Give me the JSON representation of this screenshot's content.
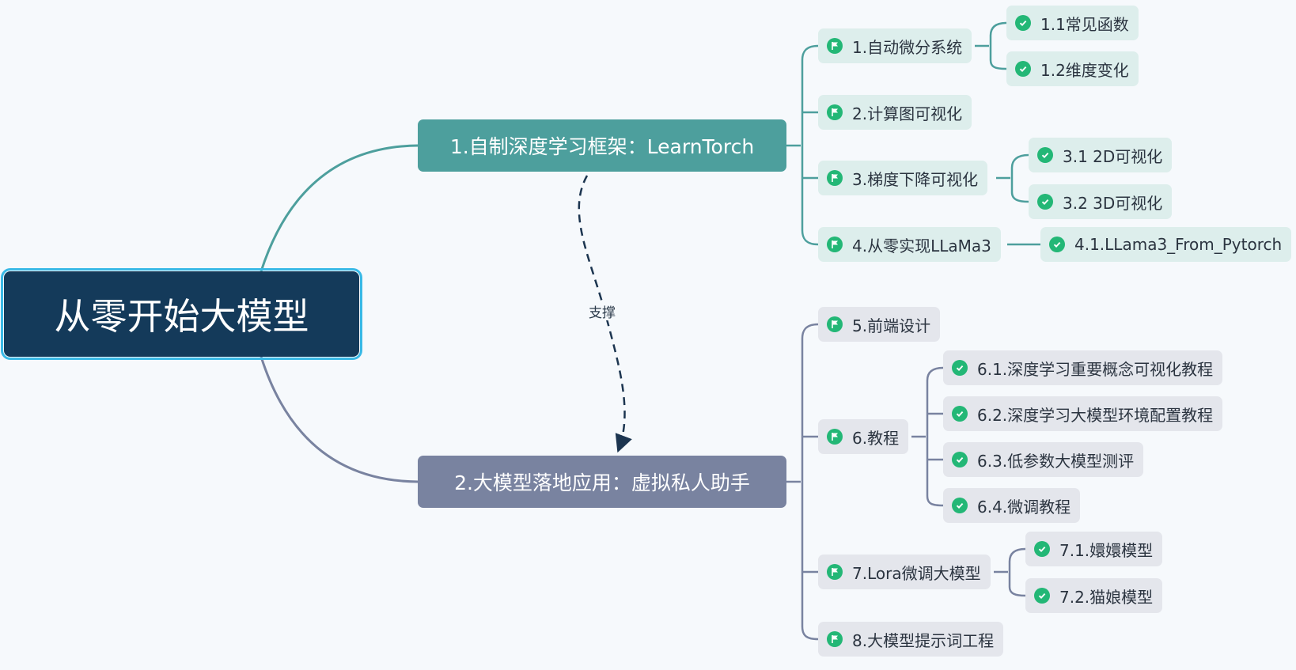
{
  "root": {
    "label": "从零开始大模型"
  },
  "relationship": {
    "label": "支撑"
  },
  "colors": {
    "root": "#143a5a",
    "root_border": "#39b9e6",
    "branch1": "#4d9f9d",
    "branch2": "#7983a0",
    "leaf1_bg": "#ddeeec",
    "leaf2_bg": "#e4e6ec",
    "icon_green": "#23b776"
  },
  "branches": [
    {
      "label": "1.自制深度学习框架：LearnTorch",
      "children": [
        {
          "label": "1.自动微分系统",
          "icon": "flag-icon",
          "children": [
            {
              "label": "1.1常见函数",
              "icon": "check-icon"
            },
            {
              "label": "1.2维度变化",
              "icon": "check-icon"
            }
          ]
        },
        {
          "label": "2.计算图可视化",
          "icon": "flag-icon",
          "children": []
        },
        {
          "label": "3.梯度下降可视化",
          "icon": "flag-icon",
          "children": [
            {
              "label": "3.1 2D可视化",
              "icon": "check-icon"
            },
            {
              "label": "3.2 3D可视化",
              "icon": "check-icon"
            }
          ]
        },
        {
          "label": "4.从零实现LLaMa3",
          "icon": "flag-icon",
          "children": [
            {
              "label": "4.1.LLama3_From_Pytorch",
              "icon": "check-icon"
            }
          ]
        }
      ]
    },
    {
      "label": "2.大模型落地应用：虚拟私人助手",
      "children": [
        {
          "label": "5.前端设计",
          "icon": "flag-icon",
          "children": []
        },
        {
          "label": "6.教程",
          "icon": "flag-icon",
          "children": [
            {
              "label": "6.1.深度学习重要概念可视化教程",
              "icon": "check-icon"
            },
            {
              "label": "6.2.深度学习大模型环境配置教程",
              "icon": "check-icon"
            },
            {
              "label": "6.3.低参数大模型测评",
              "icon": "check-icon"
            },
            {
              "label": "6.4.微调教程",
              "icon": "check-icon"
            }
          ]
        },
        {
          "label": "7.Lora微调大模型",
          "icon": "flag-icon",
          "children": [
            {
              "label": "7.1.嬛嬛模型",
              "icon": "check-icon"
            },
            {
              "label": "7.2.猫娘模型",
              "icon": "check-icon"
            }
          ]
        },
        {
          "label": "8.大模型提示词工程",
          "icon": "flag-icon",
          "children": []
        }
      ]
    }
  ]
}
